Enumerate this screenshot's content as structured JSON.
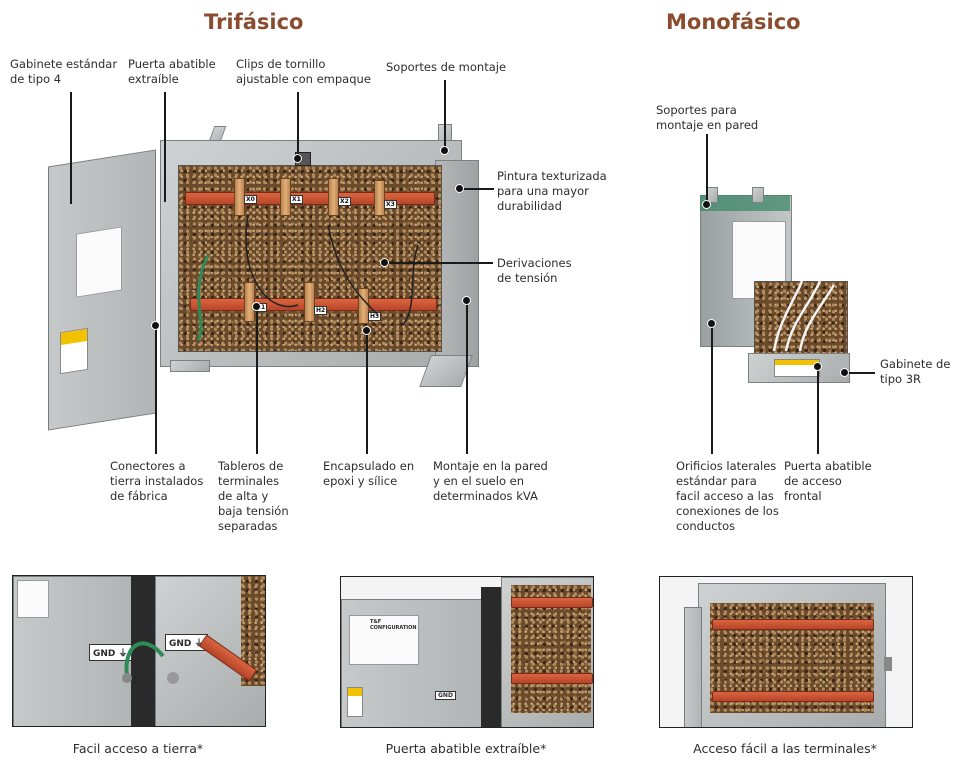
{
  "headings": {
    "three_phase": "Trifásico",
    "single_phase": "Monofásico"
  },
  "callouts": {
    "enclosure": [
      "Gabinete estándar",
      "de tipo 4"
    ],
    "hinged_door": [
      "Puerta abatible",
      "extraíble"
    ],
    "screw_clips": [
      "Clips de tornillo",
      "ajustable con empaque"
    ],
    "mount_brackets": [
      "Soportes de montaje"
    ],
    "paint": [
      "Pintura texturizada",
      "para una mayor",
      "durabilidad"
    ],
    "taps": [
      "Derivaciones",
      "de tensión"
    ],
    "ground_connectors": [
      "Conectores a",
      "tierra instalados",
      "de fábrica"
    ],
    "terminal_boards": [
      "Tableros de",
      "terminales",
      "de alta y",
      "baja tensión",
      "separadas"
    ],
    "encapsulated": [
      "Encapsulado en",
      "epoxi y sílice"
    ],
    "wall_floor": [
      "Montaje en la pared",
      "y en el suelo en",
      "determinados kVA"
    ],
    "wall_brackets": [
      "Soportes para",
      "montaje en pared"
    ],
    "enclosure_3r": [
      "Gabinete de",
      "tipo 3R"
    ],
    "knockouts": [
      "Orificios laterales",
      "estándar para",
      "facil acceso a las",
      "conexiones de los",
      "conductos"
    ],
    "front_door": [
      "Puerta abatible",
      "de acceso",
      "frontal"
    ]
  },
  "photo_text": {
    "terminal_tags_top": [
      "X0",
      "X1",
      "X2",
      "X3"
    ],
    "terminal_tags_bottom": [
      "H1",
      "H2",
      "H3"
    ],
    "gnd": "GND",
    "sticker_title": "T&F CONFIGURATION"
  },
  "captions": {
    "ground_access": "Facil acceso a tierra*",
    "door_removable": "Puerta abatible extraíble*",
    "terminal_access": "Acceso fácil a las terminales*"
  },
  "colors": {
    "heading": "#8a4c2e",
    "busbar": "#c8502f",
    "enclosure_grey": "#b8bbbb",
    "gravel": "#6b4a2c",
    "ground_wire": "#2e8b57"
  }
}
